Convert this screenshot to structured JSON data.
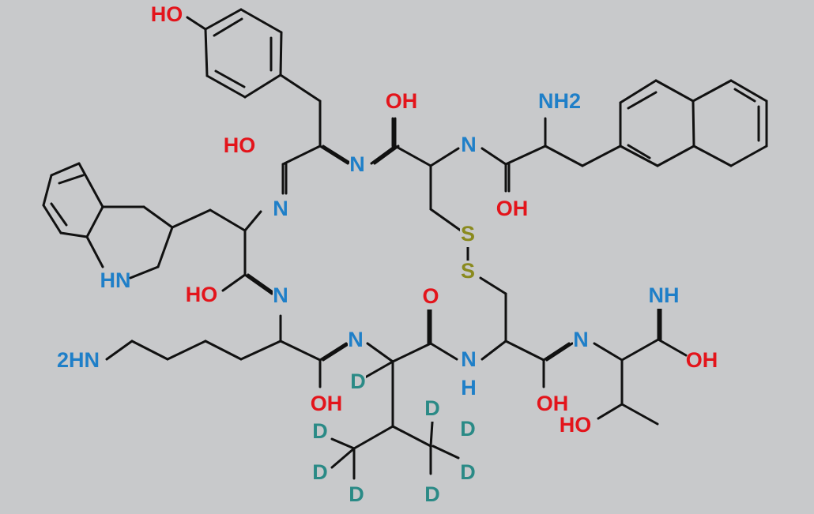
{
  "labels": {
    "ho_tyr": "HO",
    "oh_cys1": "OH",
    "nh2_nal": "NH2",
    "ho_tyr_co": "HO",
    "n_tyr": "N",
    "n_cys1": "N",
    "n_trp": "N",
    "oh_nal": "OH",
    "s1": "S",
    "s2": "S",
    "hn_indole": "HN",
    "ho_trp_co": "HO",
    "n_lys": "N",
    "o_val": "O",
    "nh_amidine": "NH",
    "amine_lys": "2HN",
    "n_val": "N",
    "nh_cys2": "N",
    "h_cys2": "H",
    "n_thr": "N",
    "oh_thr_c": "OH",
    "d_alpha": "D",
    "oh_lys_co": "OH",
    "oh_cys2_co": "OH",
    "ho_thr": "HO",
    "d_beta": "D",
    "d_me1a": "D",
    "d_me1b": "D",
    "d_me1c": "D",
    "d_me2a": "D",
    "d_me2b": "D",
    "d_me2c": "D"
  }
}
